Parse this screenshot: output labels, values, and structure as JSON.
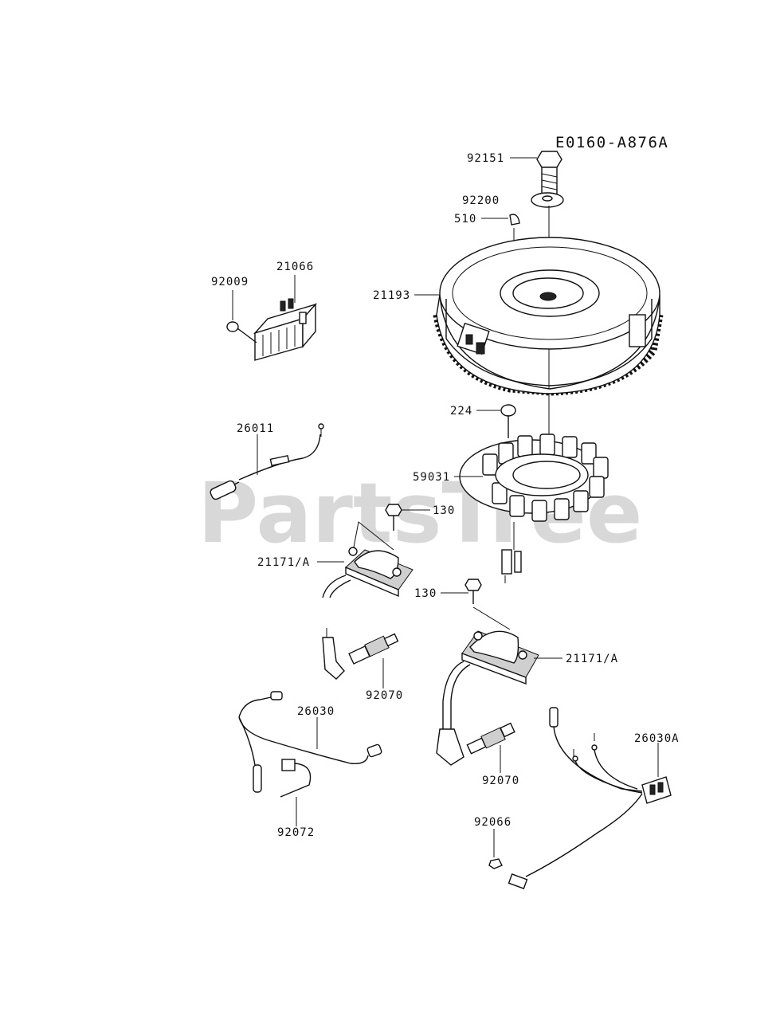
{
  "drawing_code": "E0160-A876A",
  "watermark": "PartsTree",
  "labels": {
    "p92151": "92151",
    "p92200": "92200",
    "p510": "510",
    "p21193": "21193",
    "p21066": "21066",
    "p92009": "92009",
    "p224": "224",
    "p26011": "26011",
    "p59031": "59031",
    "p130a": "130",
    "p21171a": "21171/A",
    "p130b": "130",
    "p21171b": "21171/A",
    "p92070a": "92070",
    "p26030": "26030",
    "p92070b": "92070",
    "p26030A": "26030A",
    "p92066": "92066",
    "p92072": "92072"
  }
}
